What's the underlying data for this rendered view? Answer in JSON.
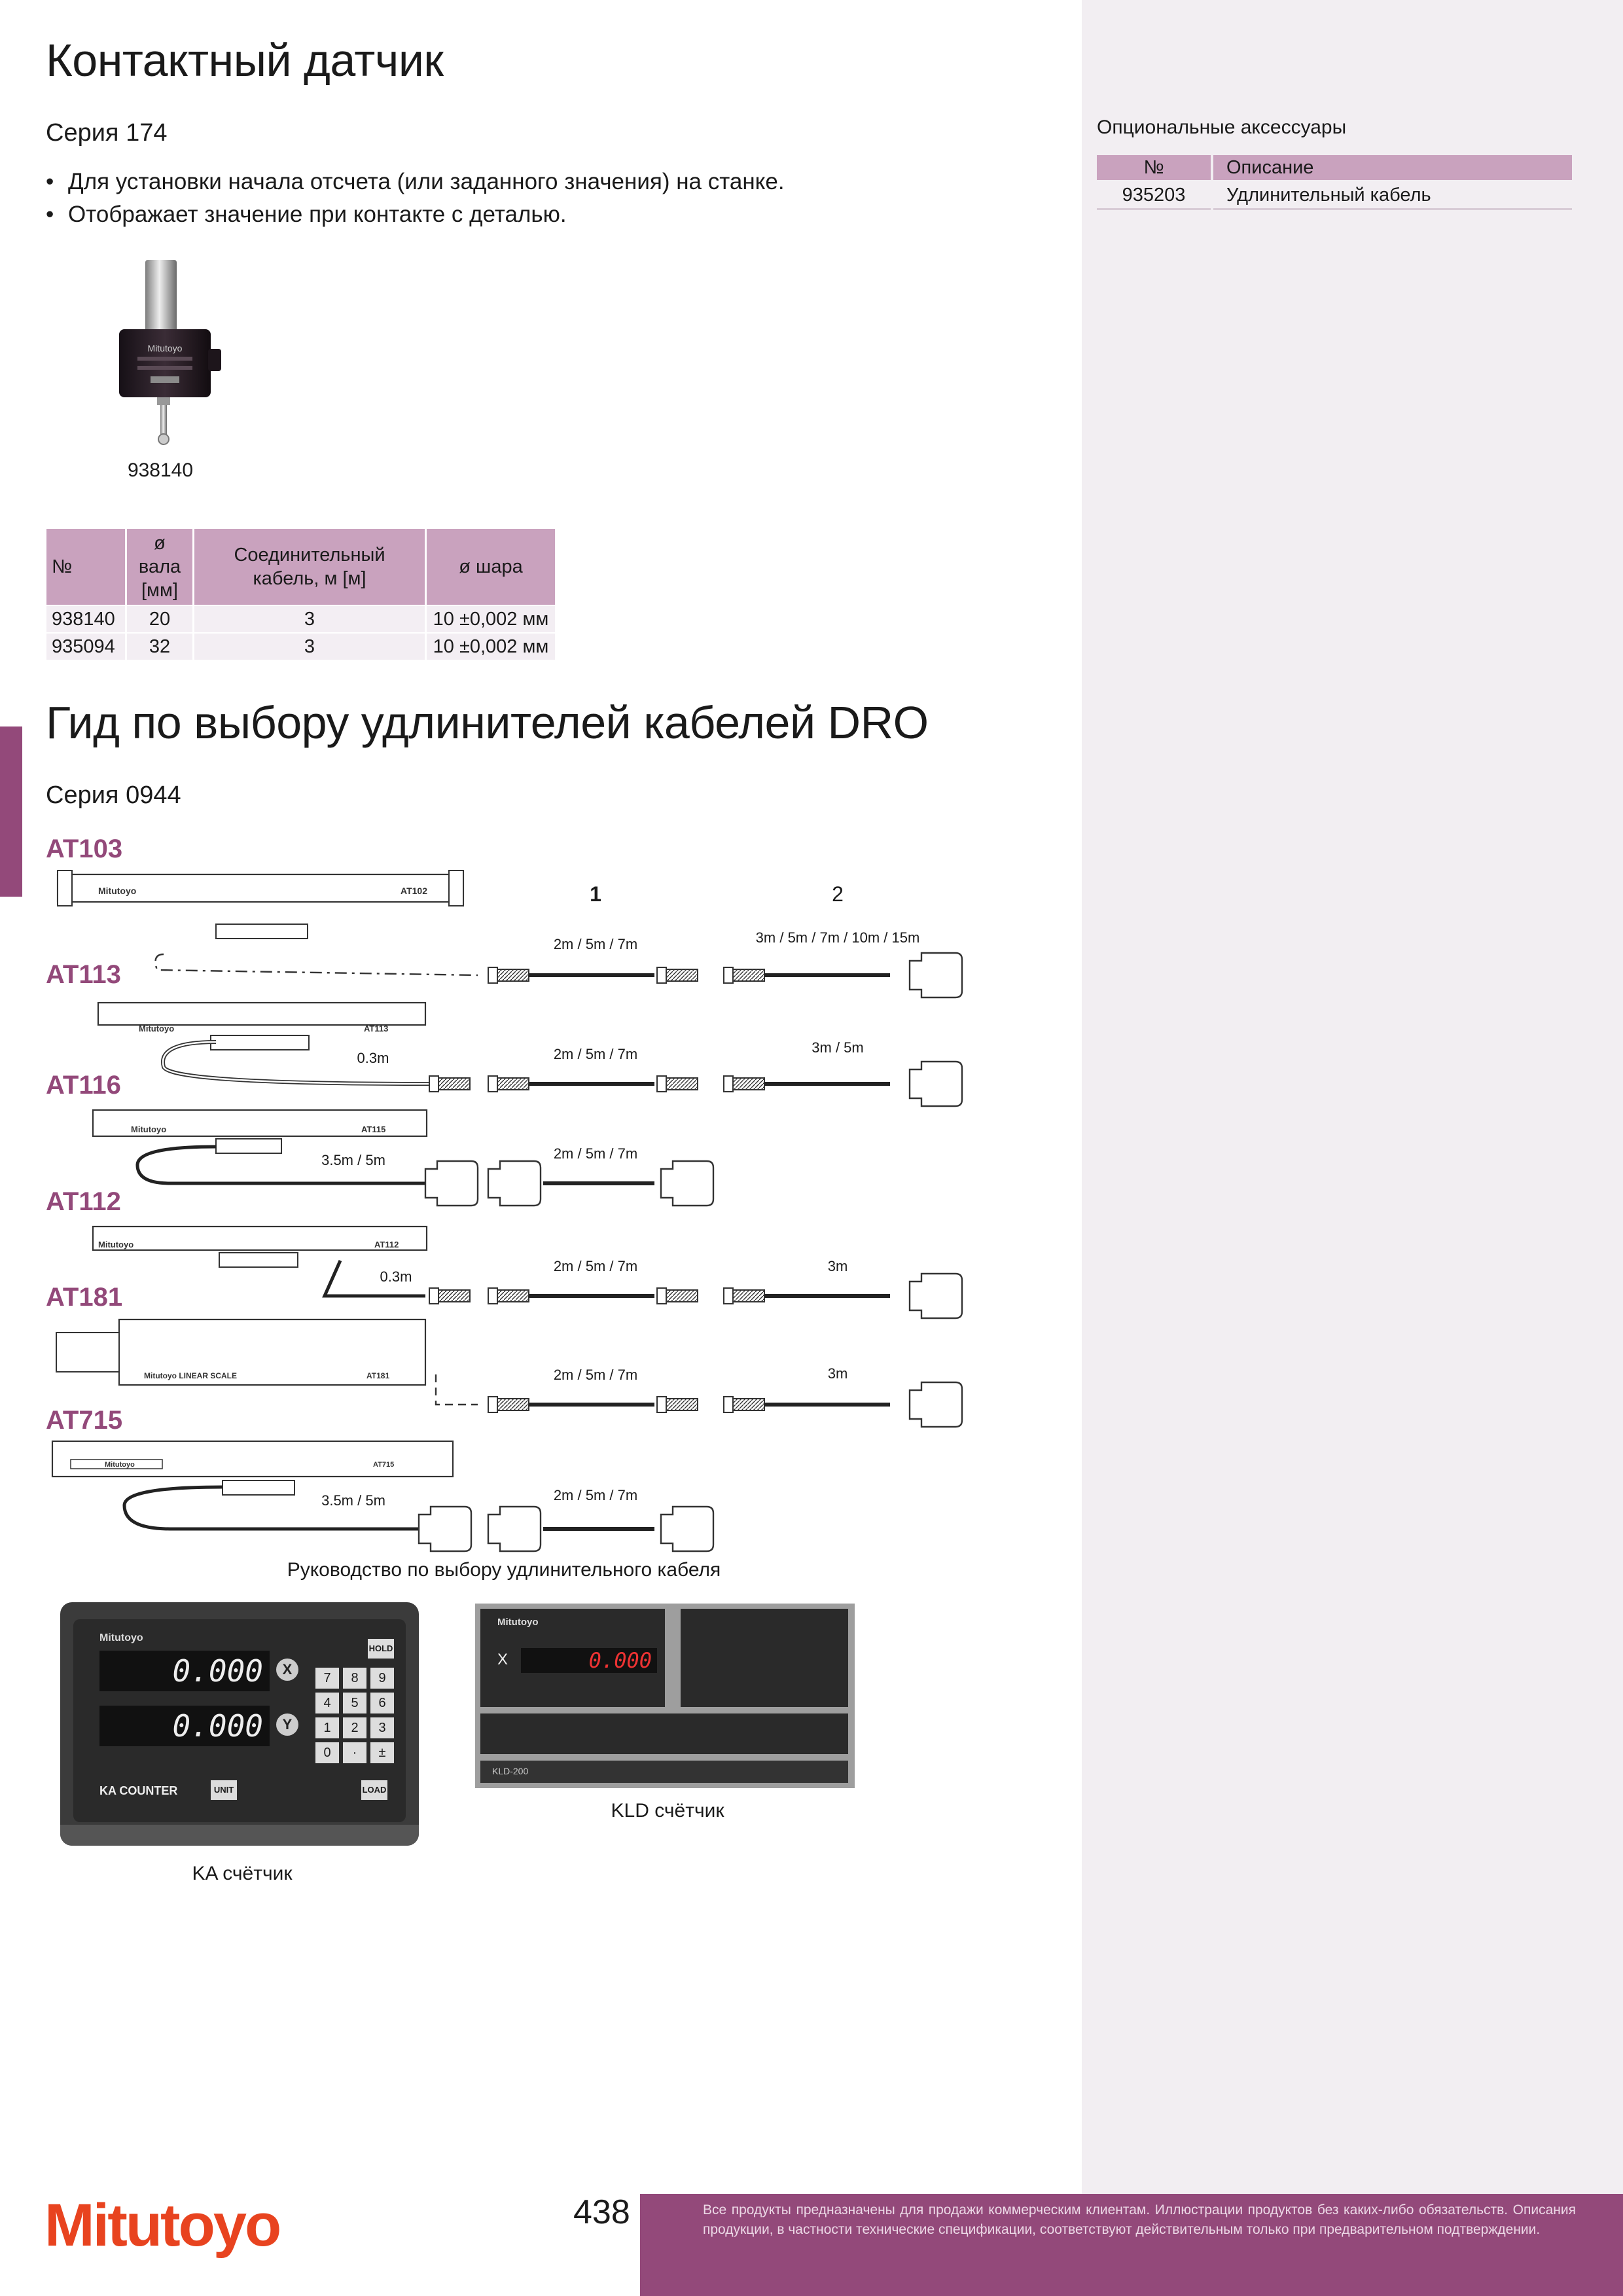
{
  "section1": {
    "title": "Контактный датчик",
    "series": "Серия 174",
    "bullets": [
      "Для установки начала отсчета (или заданного значения) на станке.",
      "Отображает значение при контакте с деталью."
    ],
    "product_caption": "938140",
    "product_logo": "Mitutoyo",
    "table": {
      "headers": [
        "№",
        "ø вала [мм]",
        "Соединительный кабель, м [м]",
        "ø шара"
      ],
      "rows": [
        [
          "938140",
          "20",
          "3",
          "10 ±0,002 мм"
        ],
        [
          "935094",
          "32",
          "3",
          "10 ±0,002 мм"
        ]
      ]
    }
  },
  "accessories": {
    "title": "Опциональные аксессуары",
    "headers": [
      "№",
      "Описание"
    ],
    "rows": [
      [
        "935203",
        "Удлинительный кабель"
      ]
    ]
  },
  "section2": {
    "title": "Гид по выбору удлинителей кабелей DRO",
    "series": "Серия 0944",
    "column_labels": [
      "1",
      "2"
    ],
    "models": [
      {
        "name": "AT103",
        "scale_label": "AT102",
        "scale_brand": "Mitutoyo",
        "c1": "2m / 5m / 7m",
        "c2": "3m / 5m / 7m / 10m / 15m"
      },
      {
        "name": "AT113",
        "scale_label": "AT113",
        "scale_brand": "Mitutoyo",
        "lead": "0.3m",
        "c1": "2m / 5m / 7m",
        "c2": "3m / 5m"
      },
      {
        "name": "AT116",
        "scale_label": "AT115",
        "scale_brand": "Mitutoyo",
        "lead": "3.5m / 5m",
        "c1": "2m / 5m / 7m"
      },
      {
        "name": "AT112",
        "scale_label": "AT112",
        "scale_brand": "Mitutoyo",
        "lead": "0.3m",
        "c1": "2m / 5m / 7m",
        "c2": "3m"
      },
      {
        "name": "AT181",
        "scale_label": "AT181",
        "scale_brand": "Mitutoyo LINEAR SCALE",
        "c1": "2m / 5m / 7m",
        "c2": "3m"
      },
      {
        "name": "AT715",
        "scale_label": "AT715",
        "scale_brand": "Mitutoyo",
        "lead": "3.5m / 5m",
        "c1": "2m / 5m / 7m"
      }
    ],
    "diagram_caption": "Руководство по выбору удлинительного кабеля",
    "ka": {
      "caption": "KA счётчик",
      "brand": "Mitutoyo",
      "readout1": "0.000",
      "readout2": "0.000",
      "axis1": "X",
      "axis2": "Y",
      "label": "KA COUNTER",
      "keys": [
        "7",
        "8",
        "9",
        "4",
        "5",
        "6",
        "1",
        "2",
        "3",
        "0",
        "·",
        "±"
      ],
      "side_keys": [
        "X",
        "Y"
      ],
      "func_keys": [
        "UNIT",
        "LOAD",
        "HOLD"
      ]
    },
    "kld": {
      "caption": "KLD счётчик",
      "brand": "Mitutoyo",
      "axis": "X",
      "readout": "0.000",
      "model": "KLD-200"
    }
  },
  "footer": {
    "page_number": "438",
    "logo": "Mitutoyo",
    "disclaimer": "Все продукты предназначены для продажи коммерческим клиентам. Иллюстрации продуктов без каких-либо обязательств. Описания продукции, в частности технические спецификации, соответствуют действительным только при предварительном подтверждении."
  },
  "colors": {
    "accent": "#93497a",
    "header_bg": "#c9a2be",
    "sidebar_bg": "#f2eef2",
    "logo": "#e8431f"
  }
}
